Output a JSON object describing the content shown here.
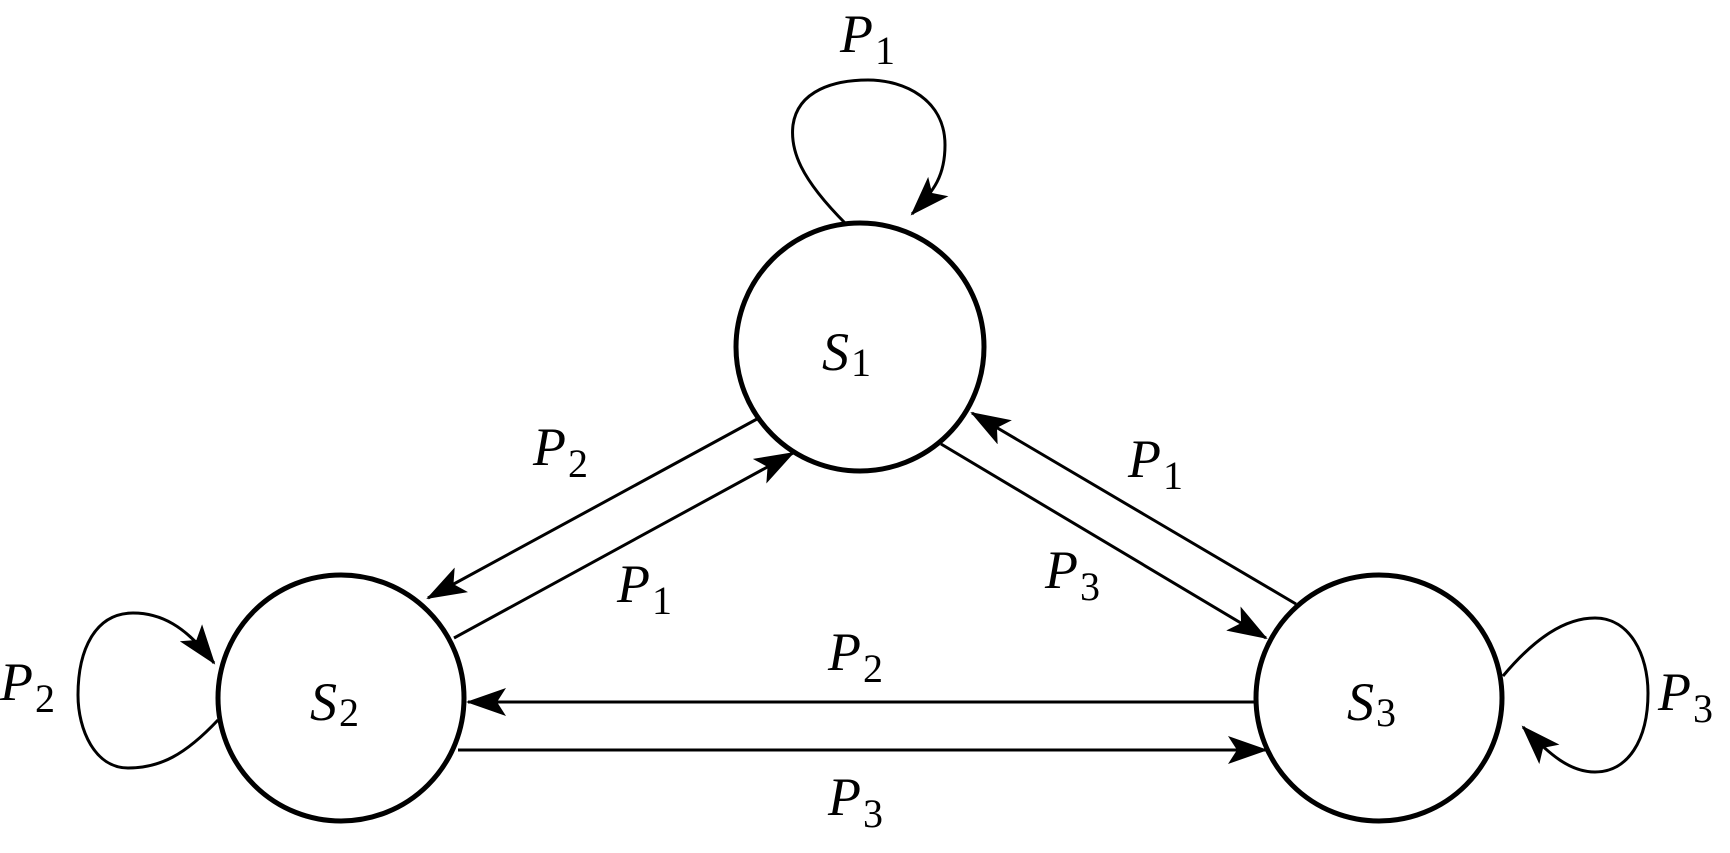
{
  "diagram": {
    "states": [
      {
        "id": "S1",
        "main": "S",
        "sub": "1"
      },
      {
        "id": "S2",
        "main": "S",
        "sub": "2"
      },
      {
        "id": "S3",
        "main": "S",
        "sub": "3"
      }
    ],
    "transitions": [
      {
        "from": "S1",
        "to": "S1",
        "main": "P",
        "sub": "1"
      },
      {
        "from": "S1",
        "to": "S2",
        "main": "P",
        "sub": "2"
      },
      {
        "from": "S2",
        "to": "S1",
        "main": "P",
        "sub": "1"
      },
      {
        "from": "S3",
        "to": "S1",
        "main": "P",
        "sub": "1"
      },
      {
        "from": "S1",
        "to": "S3",
        "main": "P",
        "sub": "3"
      },
      {
        "from": "S3",
        "to": "S2",
        "main": "P",
        "sub": "2"
      },
      {
        "from": "S2",
        "to": "S3",
        "main": "P",
        "sub": "3"
      },
      {
        "from": "S2",
        "to": "S2",
        "main": "P",
        "sub": "2"
      },
      {
        "from": "S3",
        "to": "S3",
        "main": "P",
        "sub": "3"
      }
    ]
  }
}
